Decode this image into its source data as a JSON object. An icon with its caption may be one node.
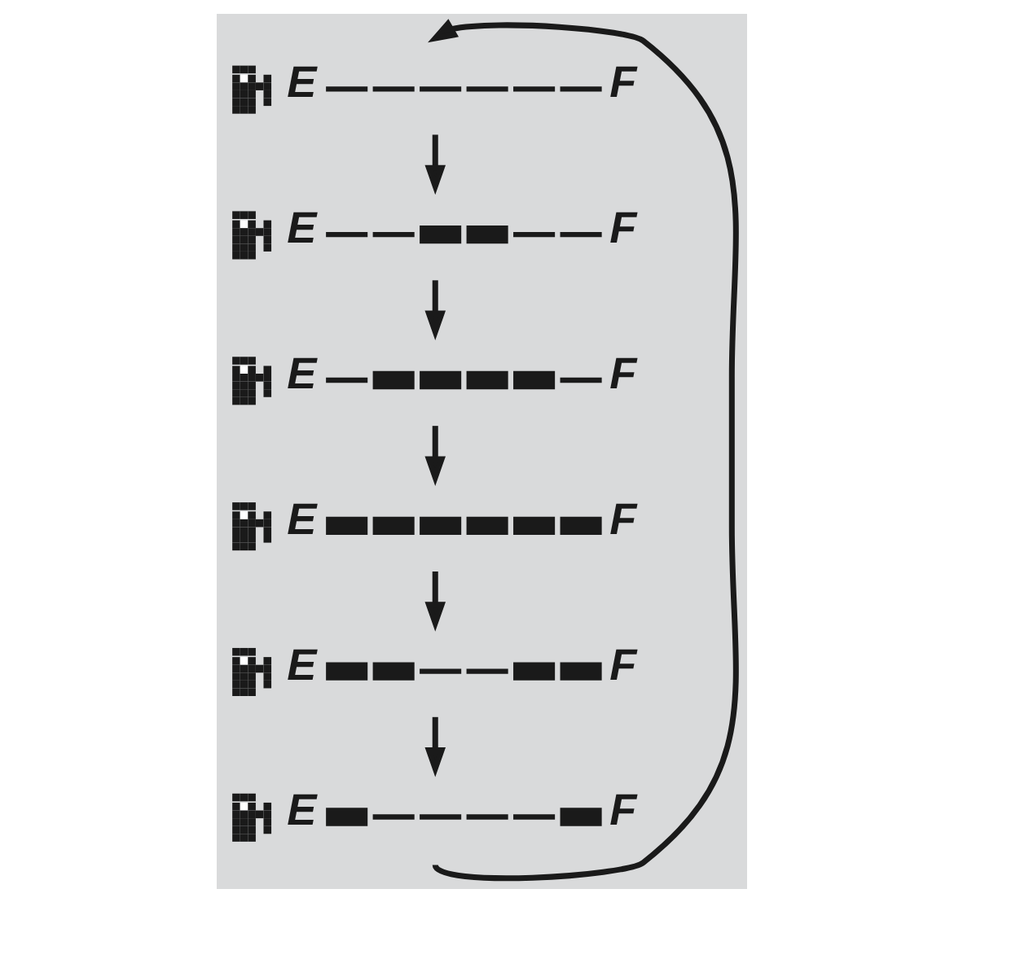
{
  "diagram": {
    "nodes": [
      {
        "text": [
          "E",
          "F"
        ]
      },
      {
        "text": [
          "E",
          "F"
        ]
      },
      {
        "text": [
          "E",
          "F"
        ]
      },
      {
        "text": [
          "E",
          "F"
        ]
      },
      {
        "text": [
          "E",
          "F"
        ]
      },
      {
        "text": [
          "E",
          "F"
        ]
      }
    ],
    "edges": [
      {
        "from": 0,
        "to": 1,
        "arrow": "to"
      },
      {
        "from": 1,
        "to": 2,
        "arrow": "to"
      },
      {
        "from": 2,
        "to": 3,
        "arrow": "to"
      },
      {
        "from": 3,
        "to": 4,
        "arrow": "to"
      },
      {
        "from": 4,
        "to": 5,
        "arrow": "to"
      },
      {
        "from": 5,
        "to": 0,
        "arrow": "to"
      }
    ]
  }
}
